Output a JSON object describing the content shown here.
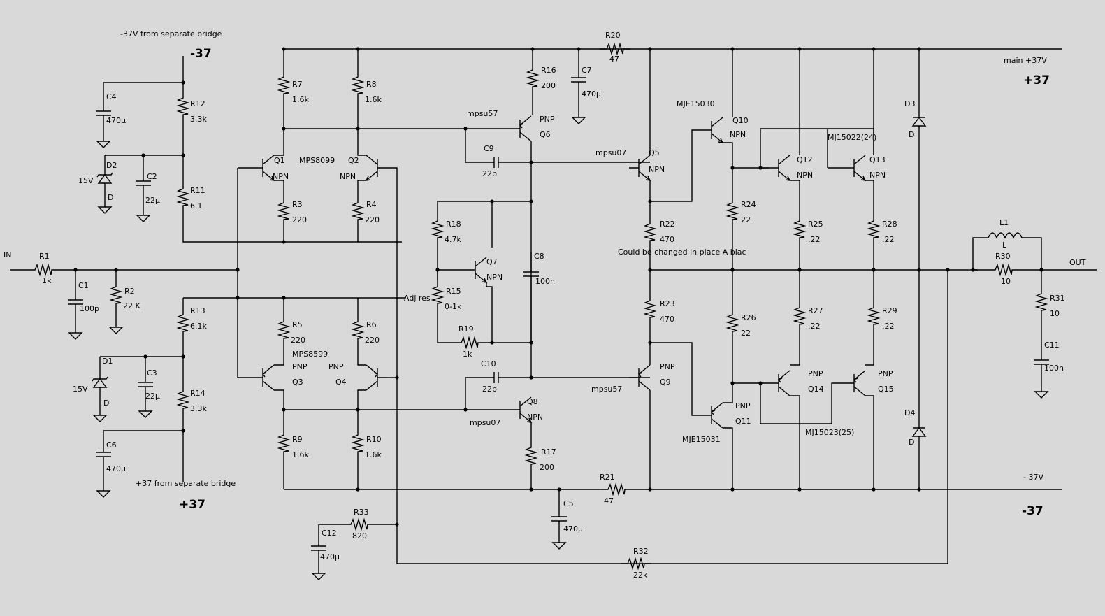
{
  "supply_labels": {
    "top_left_note": "-37V from separate bridge",
    "top_left_value": "-37",
    "bottom_left_note": "+37 from separate bridge",
    "bottom_left_value": "+37",
    "top_right_note": "main +37V",
    "top_right_value": "+37",
    "bottom_right_note": "- 37V",
    "bottom_right_value": "-37"
  },
  "ports": {
    "input": "IN",
    "output": "OUT"
  },
  "notes": {
    "bias_note": "Could be changed in place A blac",
    "adjust_note": "Adj res"
  },
  "resistors": {
    "R1": {
      "name": "R1",
      "value": "1k"
    },
    "R2": {
      "name": "R2",
      "value": "22 K"
    },
    "R3": {
      "name": "R3",
      "value": "220"
    },
    "R4": {
      "name": "R4",
      "value": "220"
    },
    "R5": {
      "name": "R5",
      "value": "220"
    },
    "R6": {
      "name": "R6",
      "value": "220"
    },
    "R7": {
      "name": "R7",
      "value": "1.6k"
    },
    "R8": {
      "name": "R8",
      "value": "1.6k"
    },
    "R9": {
      "name": "R9",
      "value": "1.6k"
    },
    "R10": {
      "name": "R10",
      "value": "1.6k"
    },
    "R11": {
      "name": "R11",
      "value": "6.1"
    },
    "R12": {
      "name": "R12",
      "value": "3.3k"
    },
    "R13": {
      "name": "R13",
      "value": "6.1k"
    },
    "R14": {
      "name": "R14",
      "value": "3.3k"
    },
    "R15": {
      "name": "R15",
      "value": "0-1k"
    },
    "R16": {
      "name": "R16",
      "value": "200"
    },
    "R17": {
      "name": "R17",
      "value": "200"
    },
    "R18": {
      "name": "R18",
      "value": "4.7k"
    },
    "R19": {
      "name": "R19",
      "value": "1k"
    },
    "R20": {
      "name": "R20",
      "value": "47"
    },
    "R21": {
      "name": "R21",
      "value": "47"
    },
    "R22": {
      "name": "R22",
      "value": "470"
    },
    "R23": {
      "name": "R23",
      "value": "470"
    },
    "R24": {
      "name": "R24",
      "value": "22"
    },
    "R25": {
      "name": "R25",
      "value": ".22"
    },
    "R26": {
      "name": "R26",
      "value": "22"
    },
    "R27": {
      "name": "R27",
      "value": ".22"
    },
    "R28": {
      "name": "R28",
      "value": ".22"
    },
    "R29": {
      "name": "R29",
      "value": ".22"
    },
    "R30": {
      "name": "R30",
      "value": "10"
    },
    "R31": {
      "name": "R31",
      "value": "10"
    },
    "R32": {
      "name": "R32",
      "value": "22k"
    },
    "R33": {
      "name": "R33",
      "value": "820"
    }
  },
  "capacitors": {
    "C1": {
      "name": "C1",
      "value": "100p"
    },
    "C2": {
      "name": "C2",
      "value": "22µ"
    },
    "C3": {
      "name": "C3",
      "value": "22µ"
    },
    "C4": {
      "name": "C4",
      "value": "470µ"
    },
    "C5": {
      "name": "C5",
      "value": "470µ"
    },
    "C6": {
      "name": "C6",
      "value": "470µ"
    },
    "C7": {
      "name": "C7",
      "value": "470µ"
    },
    "C8": {
      "name": "C8",
      "value": "100n"
    },
    "C9": {
      "name": "C9",
      "value": "22p"
    },
    "C10": {
      "name": "C10",
      "value": "22p"
    },
    "C11": {
      "name": "C11",
      "value": "100n"
    },
    "C12": {
      "name": "C12",
      "value": "470µ"
    }
  },
  "diodes": {
    "D1": {
      "name": "D1",
      "type": "D",
      "voltage": "15V"
    },
    "D2": {
      "name": "D2",
      "type": "D",
      "voltage": "15V"
    },
    "D3": {
      "name": "D3",
      "type": "D"
    },
    "D4": {
      "name": "D4",
      "type": "D"
    }
  },
  "inductor": {
    "name": "L1",
    "type": "L"
  },
  "transistors": {
    "Q1": {
      "name": "Q1",
      "type": "NPN",
      "part": "MPS8099"
    },
    "Q2": {
      "name": "Q2",
      "type": "NPN"
    },
    "Q3": {
      "name": "Q3",
      "type": "PNP",
      "part": "MPS8599"
    },
    "Q4": {
      "name": "Q4",
      "type": "PNP"
    },
    "Q5": {
      "name": "Q5",
      "type": "NPN",
      "part": "mpsu07"
    },
    "Q6": {
      "name": "Q6",
      "type": "PNP",
      "part": "mpsu57"
    },
    "Q7": {
      "name": "Q7",
      "type": "NPN"
    },
    "Q8": {
      "name": "Q8",
      "type": "NPN",
      "part": "mpsu07"
    },
    "Q9": {
      "name": "Q9",
      "type": "PNP",
      "part": "mpsu57"
    },
    "Q10": {
      "name": "Q10",
      "type": "NPN",
      "part": "MJE15030"
    },
    "Q11": {
      "name": "Q11",
      "type": "PNP",
      "part": "MJE15031"
    },
    "Q12": {
      "name": "Q12",
      "type": "NPN"
    },
    "Q13": {
      "name": "Q13",
      "type": "NPN",
      "part": "MJ15022(24)"
    },
    "Q14": {
      "name": "Q14",
      "type": "PNP"
    },
    "Q15": {
      "name": "Q15",
      "type": "PNP",
      "part": "MJ15023(25)"
    }
  }
}
